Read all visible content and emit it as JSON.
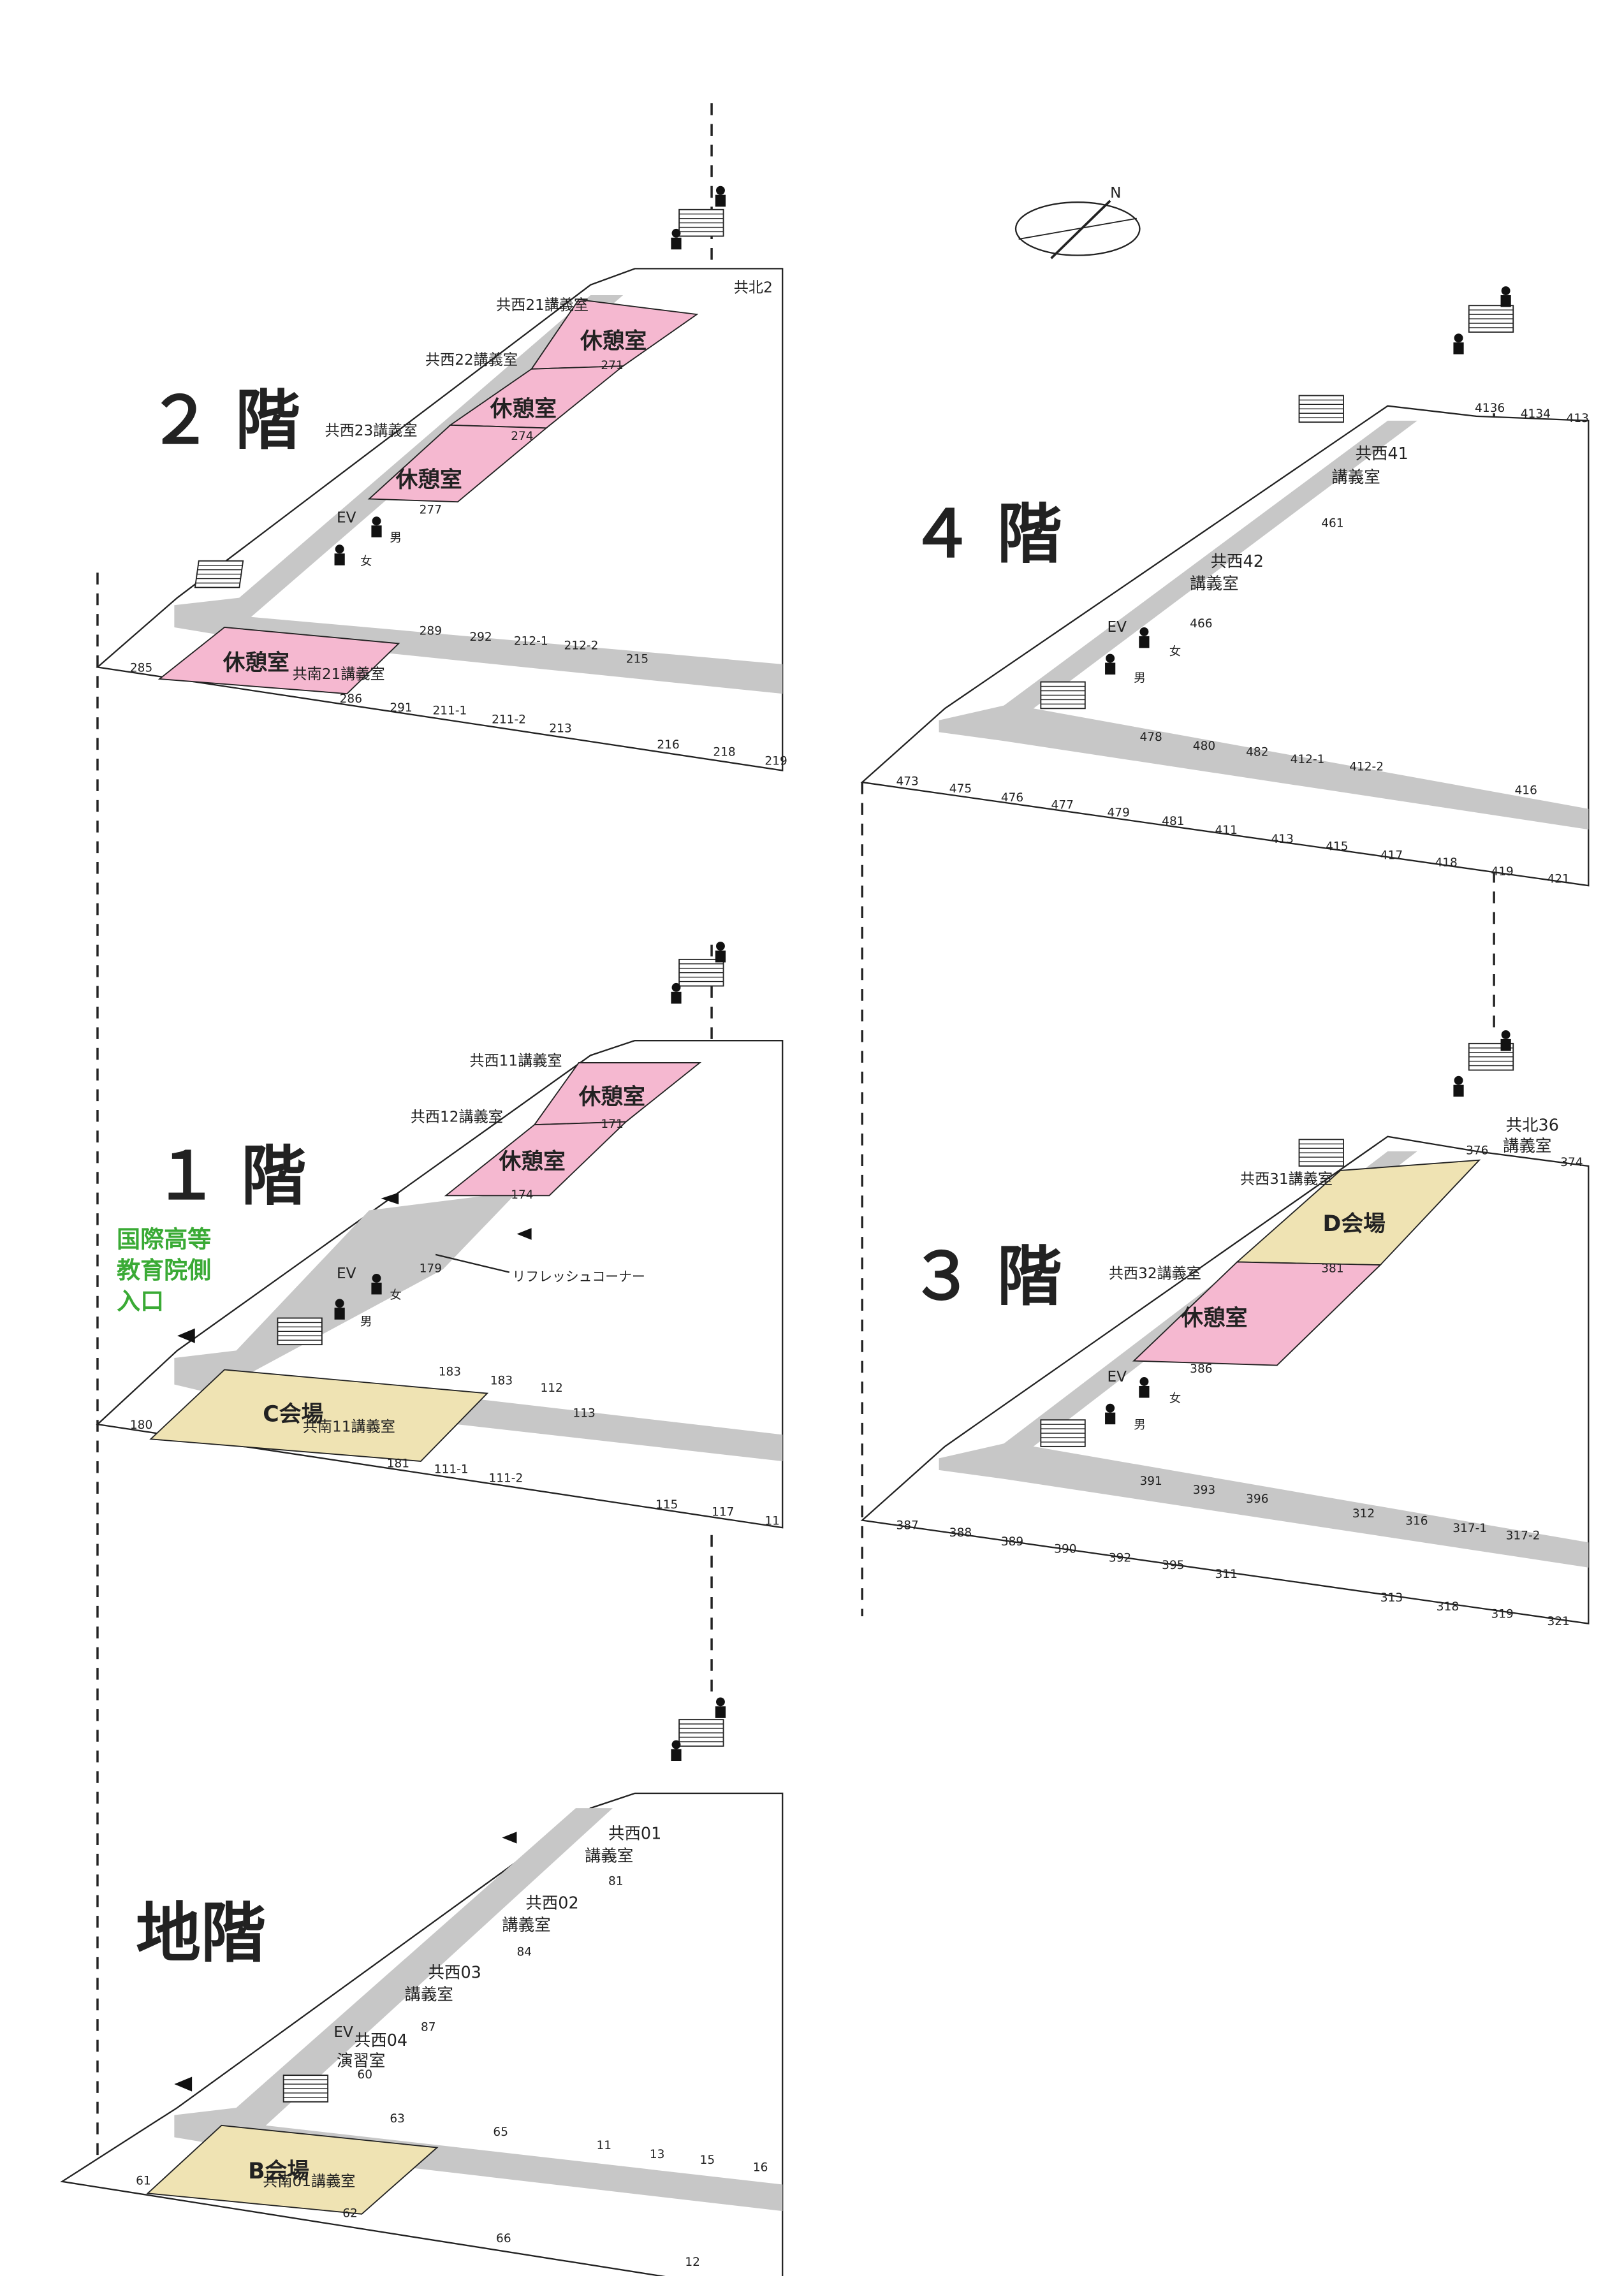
{
  "colors": {
    "corridor": "#c7c7c7",
    "rest_room": "#f5b8d0",
    "venue": "#efe3b3",
    "entrance_text": "#3aaa35",
    "line": "#222222"
  },
  "icons": [
    "compass-icon",
    "stairs-icon",
    "toilet-icon",
    "elevator-icon",
    "entrance-arrow-icon"
  ],
  "compass": {
    "label": "N"
  },
  "floors": {
    "f2": {
      "label": "２ 階",
      "rest_rooms": [
        "休憩室",
        "休憩室",
        "休憩室",
        "休憩室"
      ],
      "halls": [
        "共西21講義室",
        "共西22講義室",
        "共西23講義室",
        "共南21講義室"
      ],
      "north_room": "共北2",
      "toilets": [
        "男",
        "女"
      ],
      "ev": "EV",
      "rooms": [
        "271",
        "274",
        "277",
        "285",
        "286",
        "289",
        "291",
        "292",
        "212-1",
        "212-2",
        "215",
        "211-1",
        "211-2",
        "213",
        "216",
        "218",
        "219"
      ]
    },
    "f1": {
      "label": "１ 階",
      "rest_rooms": [
        "休憩室",
        "休憩室"
      ],
      "halls": [
        "共西11講義室",
        "共西12講義室",
        "共南11講義室"
      ],
      "venue": "C会場",
      "refresh": "リフレッシュコーナー",
      "entrance": [
        "国際高等",
        "教育院側",
        "入口"
      ],
      "toilets": [
        "男",
        "女"
      ],
      "ev": "EV",
      "rooms": [
        "171",
        "174",
        "179",
        "180",
        "181",
        "183",
        "183",
        "112",
        "113",
        "111-1",
        "111-2",
        "115",
        "117",
        "11"
      ]
    },
    "fB": {
      "label": "地階",
      "venue": "B会場",
      "hall": "共南01講義室",
      "west": [
        [
          "共西01",
          "講義室"
        ],
        [
          "共西02",
          "講義室"
        ],
        [
          "共西03",
          "講義室"
        ],
        [
          "共西04",
          "演習室"
        ]
      ],
      "ev": "EV",
      "rooms": [
        "81",
        "84",
        "87",
        "60",
        "63",
        "65",
        "11",
        "13",
        "15",
        "16",
        "61",
        "62",
        "66",
        "12"
      ]
    },
    "f4": {
      "label": "４ 階",
      "west": [
        [
          "共西41",
          "講義室"
        ],
        [
          "共西42",
          "講義室"
        ]
      ],
      "ev": "EV",
      "toilets": [
        "男",
        "女"
      ],
      "rooms": [
        "4136",
        "4134",
        "413",
        "461",
        "466",
        "478",
        "480",
        "482",
        "412-1",
        "412-2",
        "416",
        "473",
        "475",
        "476",
        "477",
        "479",
        "481",
        "411",
        "413",
        "415",
        "417",
        "418",
        "419",
        "421"
      ]
    },
    "f3": {
      "label": "３ 階",
      "venue": "D会場",
      "rest_room": "休憩室",
      "halls": [
        "共西31講義室",
        "共西32講義室"
      ],
      "north": [
        "共北36",
        "講義室"
      ],
      "ev": "EV",
      "toilets": [
        "男",
        "女"
      ],
      "rooms": [
        "376",
        "374",
        "381",
        "386",
        "391",
        "393",
        "396",
        "312",
        "316",
        "317-1",
        "317-2",
        "387",
        "388",
        "389",
        "390",
        "392",
        "395",
        "311",
        "313",
        "318",
        "319",
        "321"
      ]
    }
  }
}
